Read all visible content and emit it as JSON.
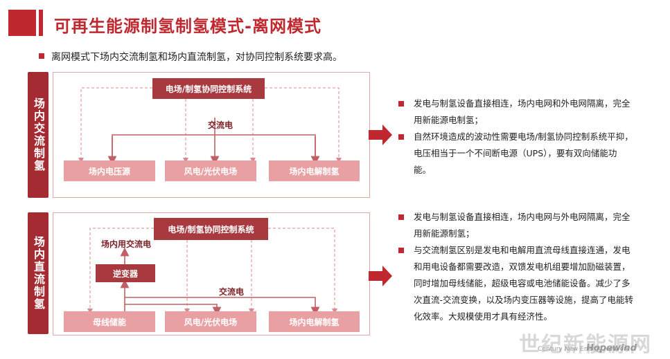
{
  "title": "可再生能源制氢制氢模式-离网模式",
  "subtitle": "离网模式下场内交流制氢和场内直流制氢，对协同控制系统要求高。",
  "section_ac": {
    "side_label": "场内交流制氢",
    "controller": "电场/制氢协同控制系统",
    "ac_label": "交流电",
    "nodes": [
      "场内电压源",
      "风电/光伏电场",
      "场内电解制氢"
    ],
    "bullets": [
      "发电与制氢设备直接相连，场内电网和外电网隔离，完全用新能源电制氢；",
      "自然环境造成的波动性需要电场/制氢协同控制系统平抑，电压相当于一个不间断电源（UPS），要有双向储能功能。"
    ]
  },
  "section_dc": {
    "side_label": "场内直流制氢",
    "controller": "电场/制氢协同控制系统",
    "ac_use_label": "场内用交流电",
    "inverter": "逆变器",
    "ac_label": "交流电",
    "nodes": [
      "母线储能",
      "风电/光伏电场",
      "场内电解制氢"
    ],
    "bullets": [
      "发电与制氢设备直接相连，场内电网与外电网隔离，完全用新能源制氢；",
      "与交流制氢区别是发电和电解用直流母线直接连通，发电和用电设备都需要改造，双馈发电机组要增加励磁装置，同时增加母线储能，超级电容或电池储能设备。减少了多次直流-交流变换，以及场内变压器等设施，提高了电能转化效率。大规模使用才具有经济性。"
    ]
  },
  "watermark": {
    "cn": "世纪新能源网",
    "en": "Century New Energy Network",
    "brand": "Hopewind"
  },
  "colors": {
    "accent": "#c0282f",
    "dark_box": "#a8393f",
    "light_box": "#e8a0a3"
  }
}
